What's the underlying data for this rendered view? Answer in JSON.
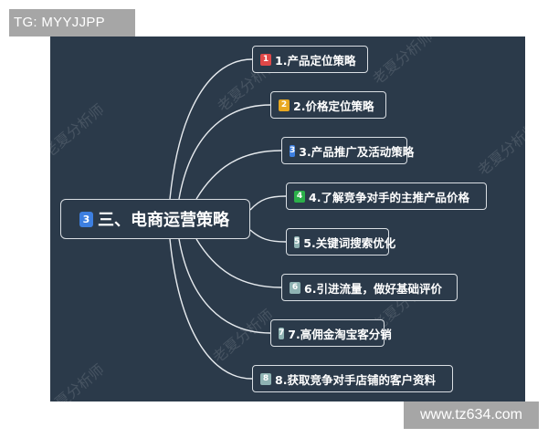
{
  "overlay": {
    "top_left_label": "TG: MYYJJPP",
    "bottom_right_label": "www.tz634.com"
  },
  "mindmap": {
    "background": "#2b3a4a",
    "root": {
      "badge": "3",
      "badge_color": "#3d7fe0",
      "label": "三、电商运营策略"
    },
    "branches": [
      {
        "badge": "1",
        "badge_color": "#e04848",
        "label": "1.产品定位策略"
      },
      {
        "badge": "2",
        "badge_color": "#e8a820",
        "label": "2.价格定位策略"
      },
      {
        "badge": "3",
        "badge_color": "#3d7fe0",
        "label": "3.产品推广及活动策略"
      },
      {
        "badge": "4",
        "badge_color": "#2bb04a",
        "label": "4.了解竞争对手的主推产品价格"
      },
      {
        "badge": "5",
        "badge_color": "#8fb3b3",
        "label": "5.关键词搜索优化"
      },
      {
        "badge": "6",
        "badge_color": "#8fb3b3",
        "label": "6.引进流量，做好基础评价"
      },
      {
        "badge": "7",
        "badge_color": "#8fb3b3",
        "label": "7.高佣金淘宝客分销"
      },
      {
        "badge": "8",
        "badge_color": "#8fb3b3",
        "label": "8.获取竞争对手店铺的客户资料"
      }
    ],
    "watermark": "老夏分析师"
  }
}
